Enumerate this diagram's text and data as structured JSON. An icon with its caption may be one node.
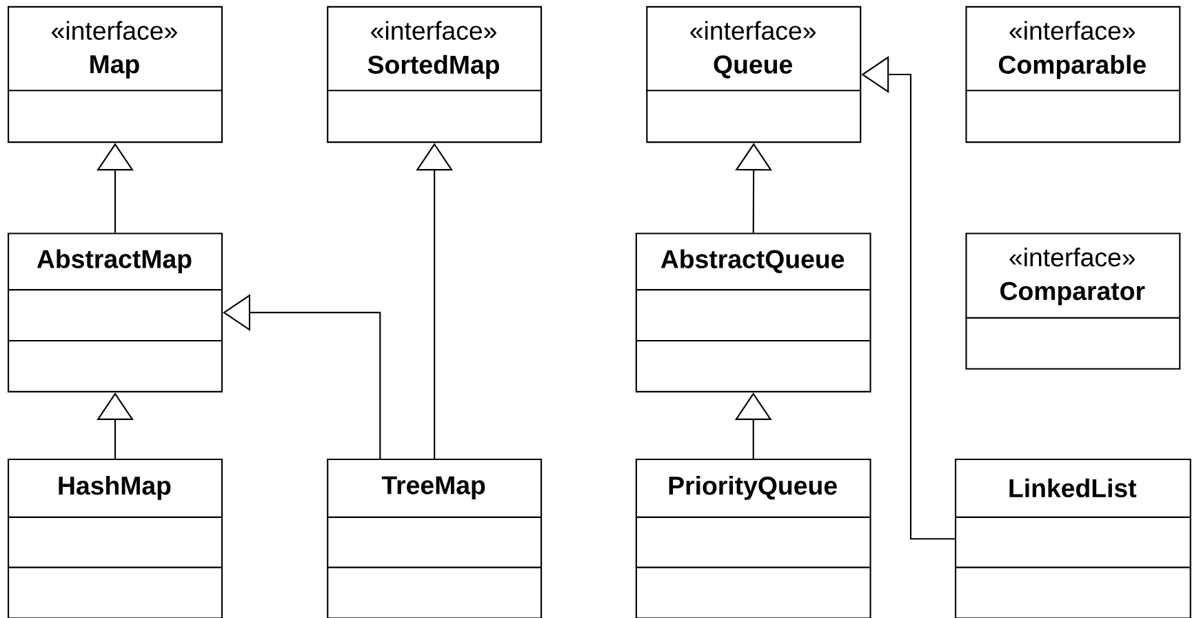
{
  "diagram": {
    "nodes": [
      {
        "text": [
          "«interface»",
          "Map"
        ]
      },
      {
        "text": [
          "«interface»",
          "SortedMap"
        ]
      },
      {
        "text": [
          "«interface»",
          "Queue"
        ]
      },
      {
        "text": [
          "«interface»",
          "Comparable"
        ]
      },
      {
        "text": [
          "AbstractMap"
        ]
      },
      {
        "text": [
          "AbstractQueue"
        ]
      },
      {
        "text": [
          "«interface»",
          "Comparator"
        ]
      },
      {
        "text": [
          "HashMap"
        ]
      },
      {
        "text": [
          "TreeMap"
        ]
      },
      {
        "text": [
          "PriorityQueue"
        ]
      },
      {
        "text": [
          "LinkedList"
        ]
      }
    ],
    "edges": [
      {
        "from": 4,
        "to": 0,
        "arrow": "to"
      },
      {
        "from": 7,
        "to": 4,
        "arrow": "to"
      },
      {
        "from": 8,
        "to": 4,
        "arrow": "to"
      },
      {
        "from": 8,
        "to": 1,
        "arrow": "to"
      },
      {
        "from": 5,
        "to": 2,
        "arrow": "to"
      },
      {
        "from": 9,
        "to": 5,
        "arrow": "to"
      },
      {
        "from": 10,
        "to": 2,
        "arrow": "to"
      }
    ]
  }
}
